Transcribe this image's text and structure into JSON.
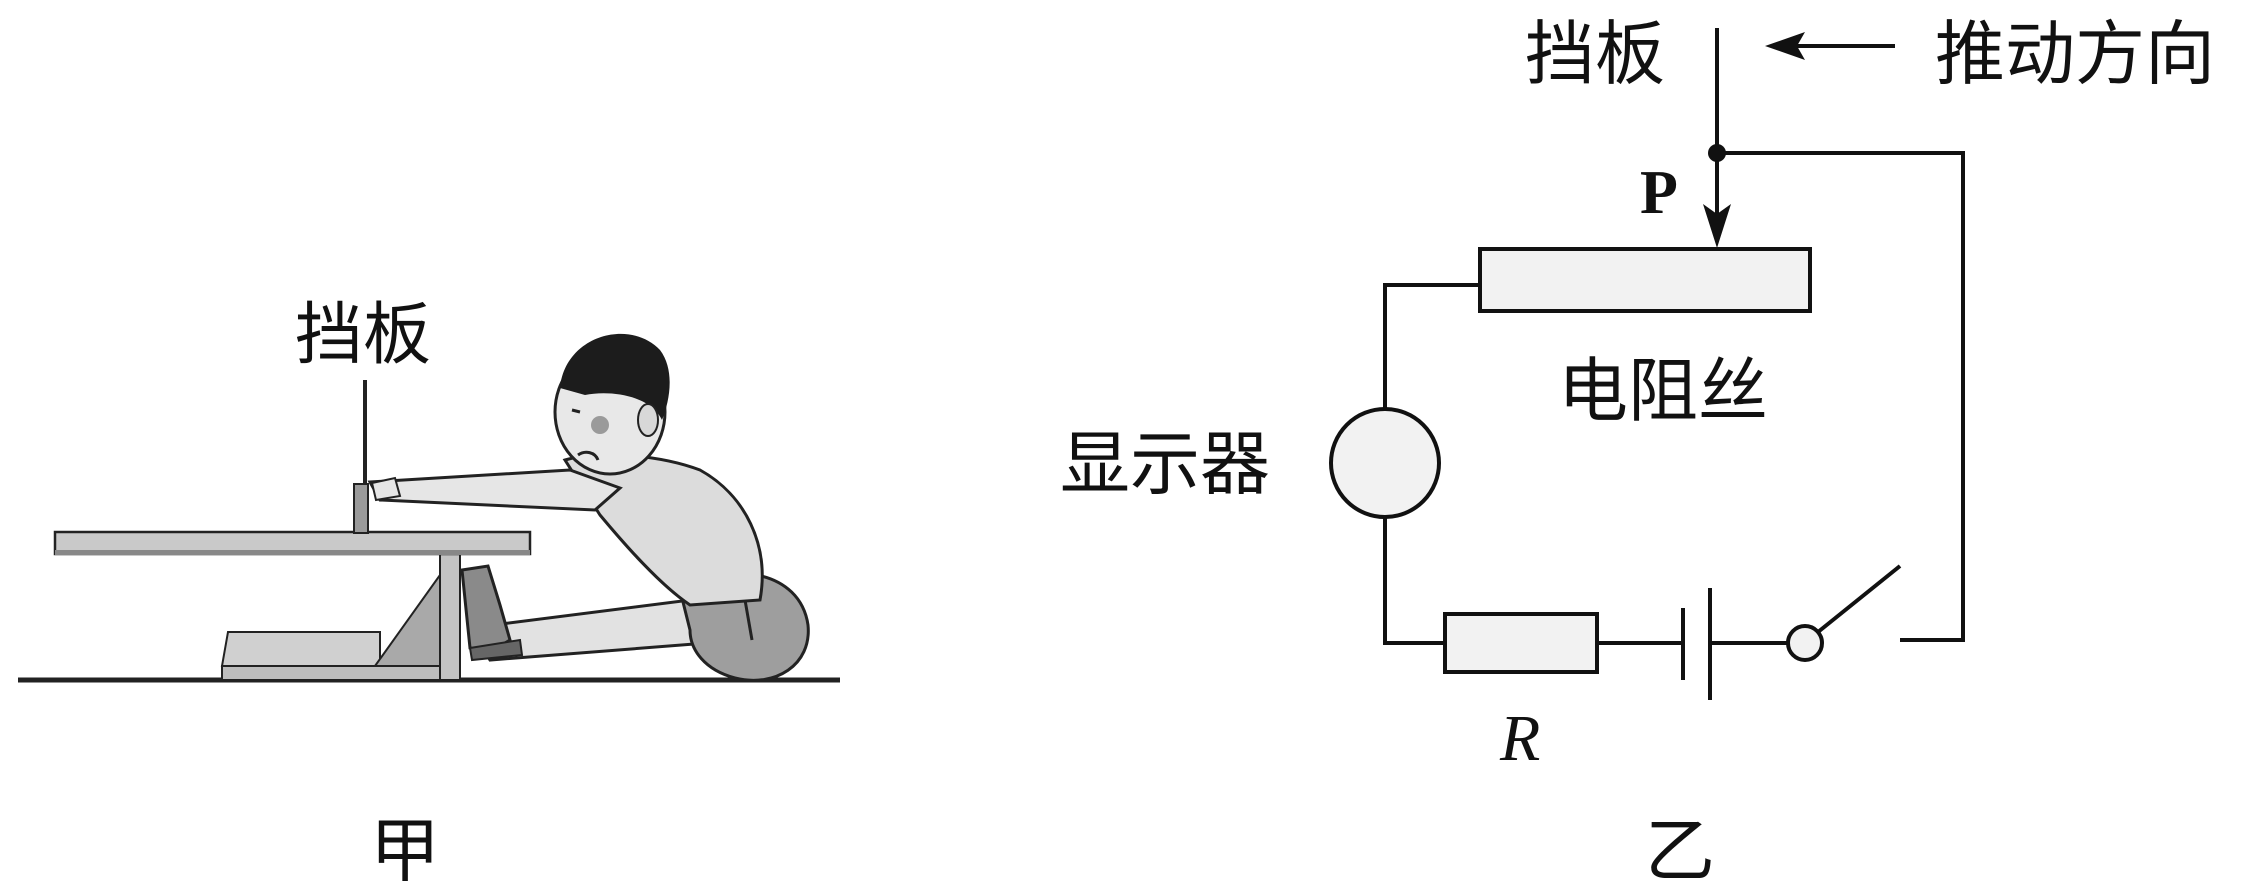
{
  "figure_a": {
    "label_baffle": "挡板",
    "caption": "甲"
  },
  "figure_b": {
    "label_baffle": "挡板",
    "label_push_direction": "推动方向",
    "label_slider": "P",
    "label_resistance_wire": "电阻丝",
    "label_display": "显示器",
    "label_resistor": "R",
    "caption": "乙"
  }
}
